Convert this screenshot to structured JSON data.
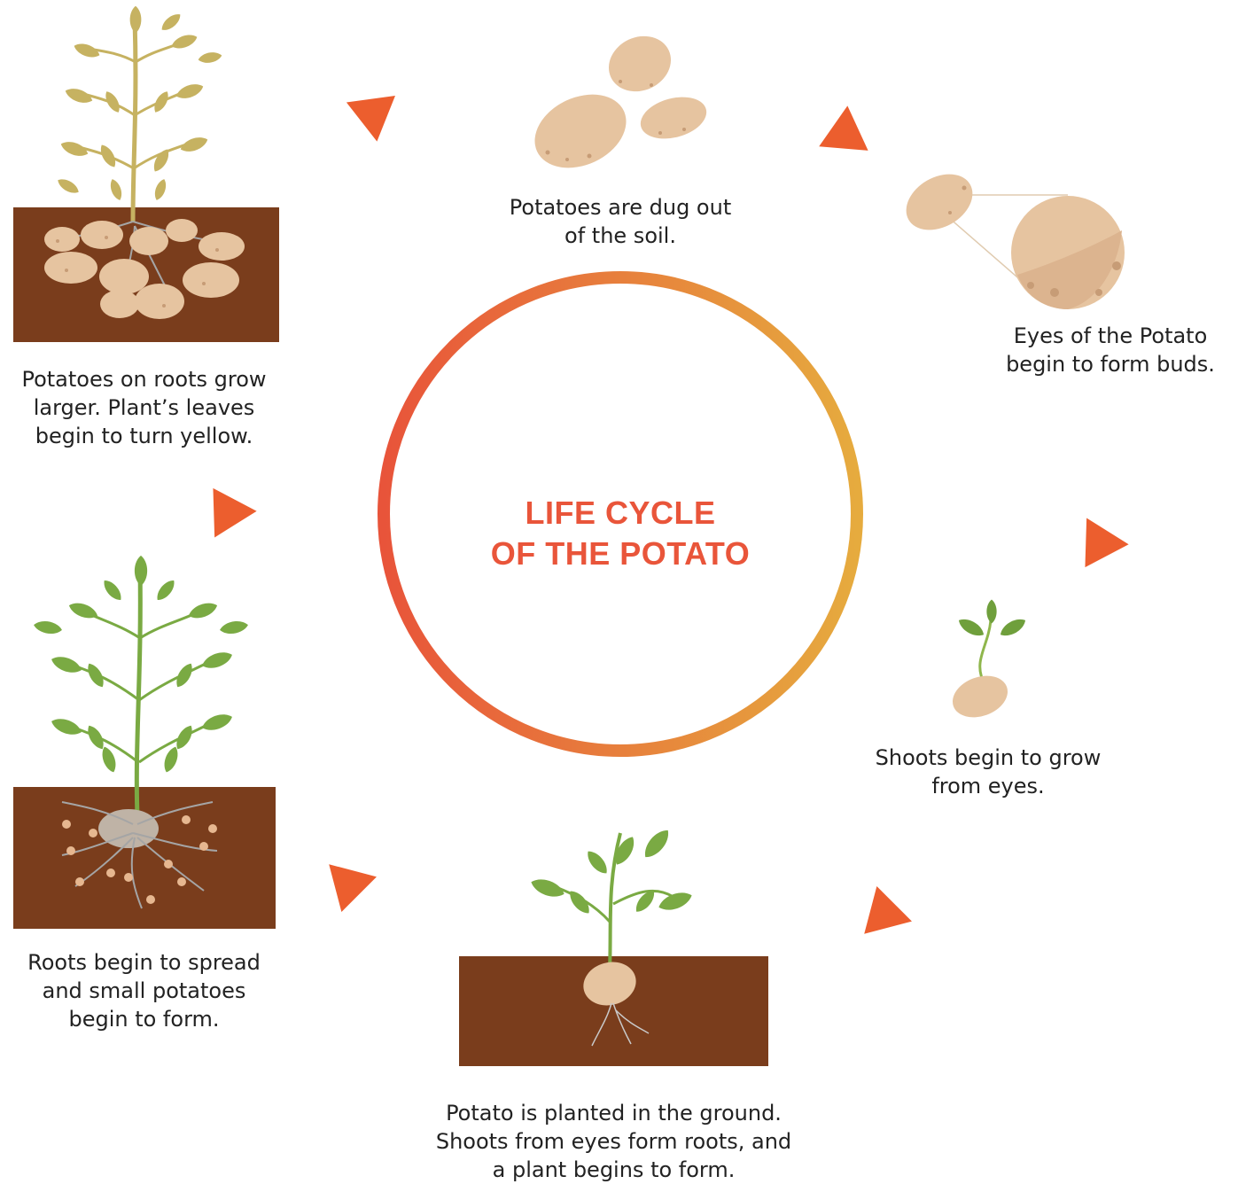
{
  "diagram": {
    "title_lines": [
      "LIFE CYCLE",
      "OF THE POTATO"
    ],
    "stages": [
      {
        "id": "dug-out",
        "caption_lines": [
          "Potatoes are dug out",
          "of the soil."
        ]
      },
      {
        "id": "eyes-buds",
        "caption_lines": [
          "Eyes of the Potato",
          "begin to form buds."
        ]
      },
      {
        "id": "shoots",
        "caption_lines": [
          "Shoots begin to grow",
          "from eyes."
        ]
      },
      {
        "id": "planted",
        "caption_lines": [
          "Potato is planted in the ground.",
          "Shoots from eyes form roots, and",
          "a plant begins to form."
        ]
      },
      {
        "id": "roots-spread",
        "caption_lines": [
          "Roots begin to spread",
          "and small potatoes",
          "begin to form."
        ]
      },
      {
        "id": "grow-larger",
        "caption_lines": [
          "Potatoes on roots grow",
          "larger. Plant’s leaves",
          "begin to turn yellow."
        ]
      }
    ],
    "colors": {
      "ring_start": "#e8543a",
      "ring_end": "#e6ab3e",
      "soil": "#7a3d1c",
      "potato": "#e6c4a0",
      "leaf_green": "#7aaa43",
      "leaf_yellow": "#c6b261"
    }
  }
}
